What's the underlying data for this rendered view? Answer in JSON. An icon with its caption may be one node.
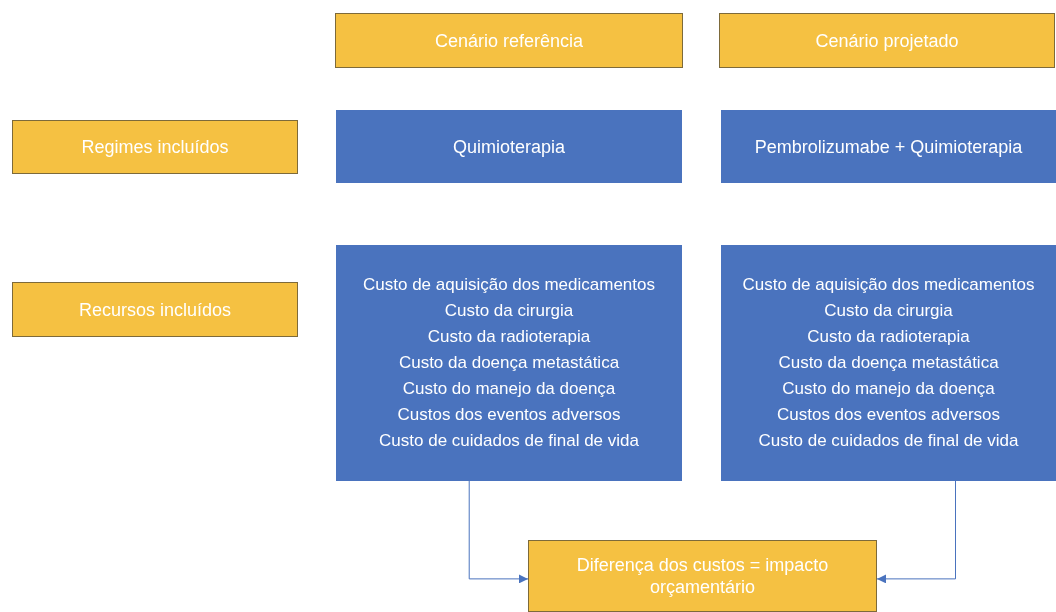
{
  "diagram": {
    "nodes": [
      {
        "text": [
          "Cenário referência"
        ]
      },
      {
        "text": [
          "Cenário projetado"
        ]
      },
      {
        "text": [
          "Regimes incluídos"
        ]
      },
      {
        "text": [
          "Quimioterapia"
        ]
      },
      {
        "text": [
          "Pembrolizumabe + Quimioterapia"
        ]
      },
      {
        "text": [
          "Recursos incluídos"
        ]
      },
      {
        "text": [
          "Custo de aquisição dos medicamentos",
          "Custo da cirurgia",
          "Custo da radioterapia",
          "Custo da doença metastática",
          "Custo do manejo da doença",
          "Custos dos eventos adversos",
          "Custo de cuidados de final de vida"
        ]
      },
      {
        "text": [
          "Custo de aquisição dos medicamentos",
          "Custo da cirurgia",
          "Custo da radioterapia",
          "Custo da doença metastática",
          "Custo do manejo da doença",
          "Custos dos eventos adversos",
          "Custo de cuidados de final de vida"
        ]
      },
      {
        "text": [
          "Diferença dos custos = impacto orçamentário"
        ]
      }
    ],
    "edges": [
      {
        "from": 6,
        "to": 8,
        "arrow": "to"
      },
      {
        "from": 7,
        "to": 8,
        "arrow": "to"
      }
    ]
  }
}
